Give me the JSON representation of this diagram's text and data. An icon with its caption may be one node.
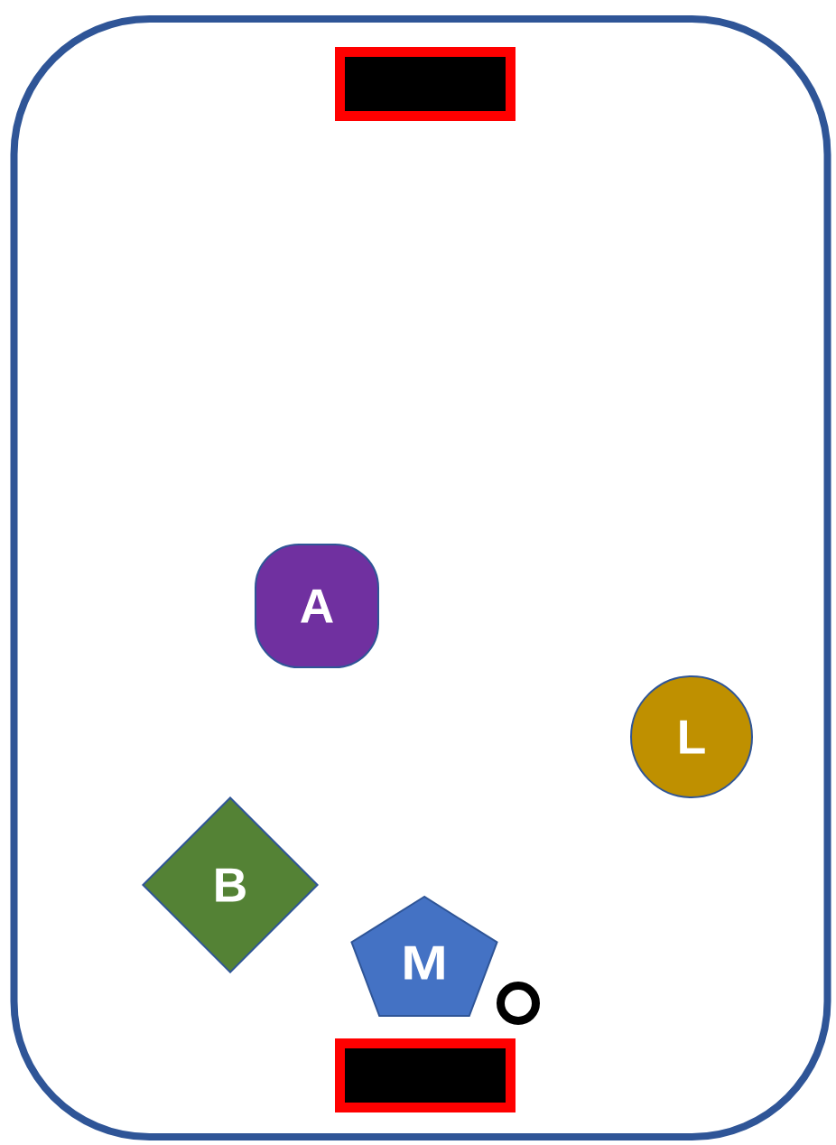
{
  "diagram": {
    "nodes": [
      {
        "text": [],
        "shape": "box"
      },
      {
        "text": [],
        "shape": "box",
        "in": 0
      },
      {
        "text": [
          "A"
        ],
        "in": 0
      },
      {
        "text": [
          "L"
        ],
        "in": 0
      },
      {
        "text": [
          "B"
        ],
        "in": 0
      },
      {
        "text": [
          "M"
        ],
        "in": 0
      },
      {
        "text": [],
        "shape": "circle",
        "in": 0
      },
      {
        "text": [],
        "shape": "box",
        "in": 0
      }
    ]
  }
}
